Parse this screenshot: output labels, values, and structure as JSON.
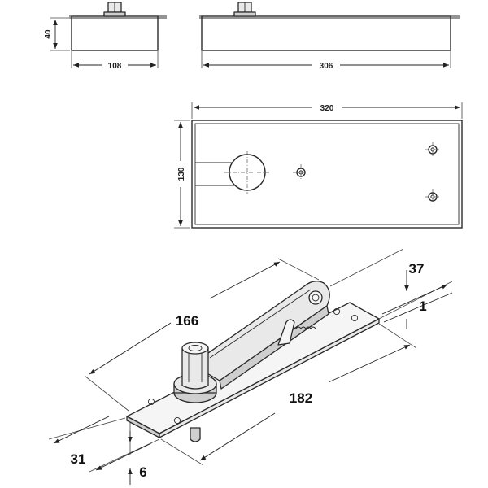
{
  "dimensions": {
    "top_left_view": {
      "height": "40",
      "width": "108"
    },
    "top_right_view": {
      "length": "306"
    },
    "plan_view": {
      "length": "320",
      "width": "130"
    },
    "iso_view": {
      "arm_length": "166",
      "plate_length": "182",
      "total_height": "37",
      "plate_thickness": "1",
      "plate_width": "31",
      "spigot_depth": "6"
    }
  }
}
